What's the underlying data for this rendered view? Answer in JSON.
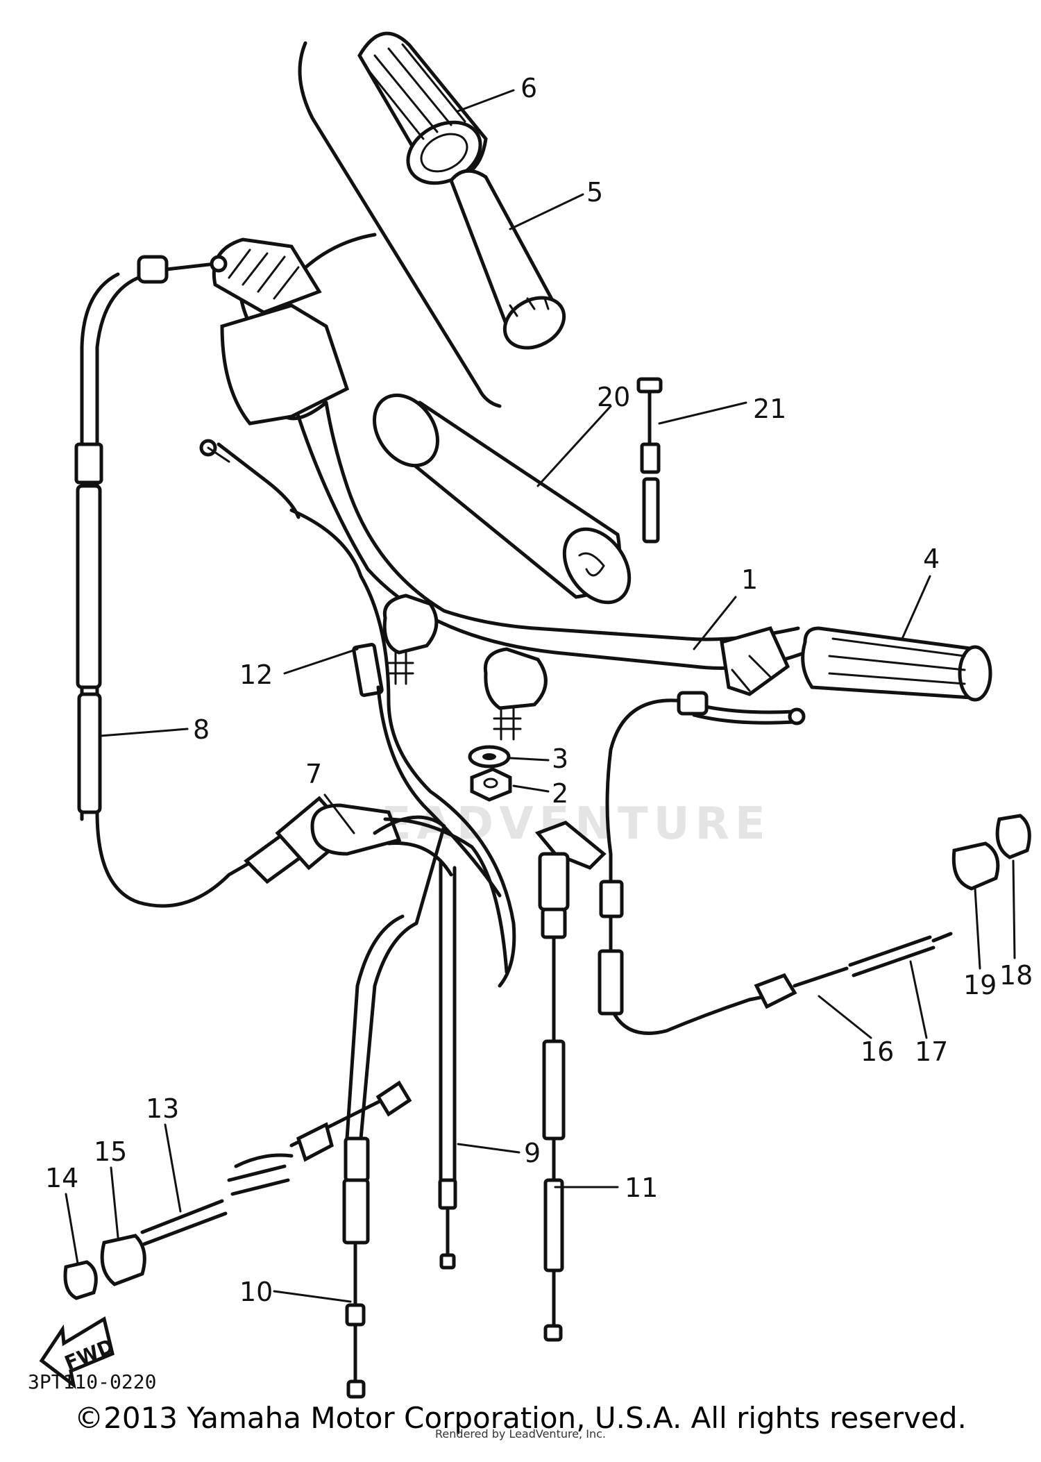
{
  "diagram": {
    "part_code": "3PT110-0220",
    "fwd_label": "FWD",
    "watermark": "LEADVENTURE",
    "callouts": {
      "c1": "1",
      "c2": "2",
      "c3": "3",
      "c4": "4",
      "c5": "5",
      "c6": "6",
      "c7": "7",
      "c8": "8",
      "c9": "9",
      "c10": "10",
      "c11": "11",
      "c12": "12",
      "c13": "13",
      "c14": "14",
      "c15": "15",
      "c16": "16",
      "c17": "17",
      "c18": "18",
      "c19": "19",
      "c20": "20",
      "c21": "21"
    }
  },
  "footer": {
    "copyright": "©2013 Yamaha Motor Corporation, U.S.A. All rights reserved.",
    "rendered_by": "Rendered by LeadVenture, Inc."
  }
}
